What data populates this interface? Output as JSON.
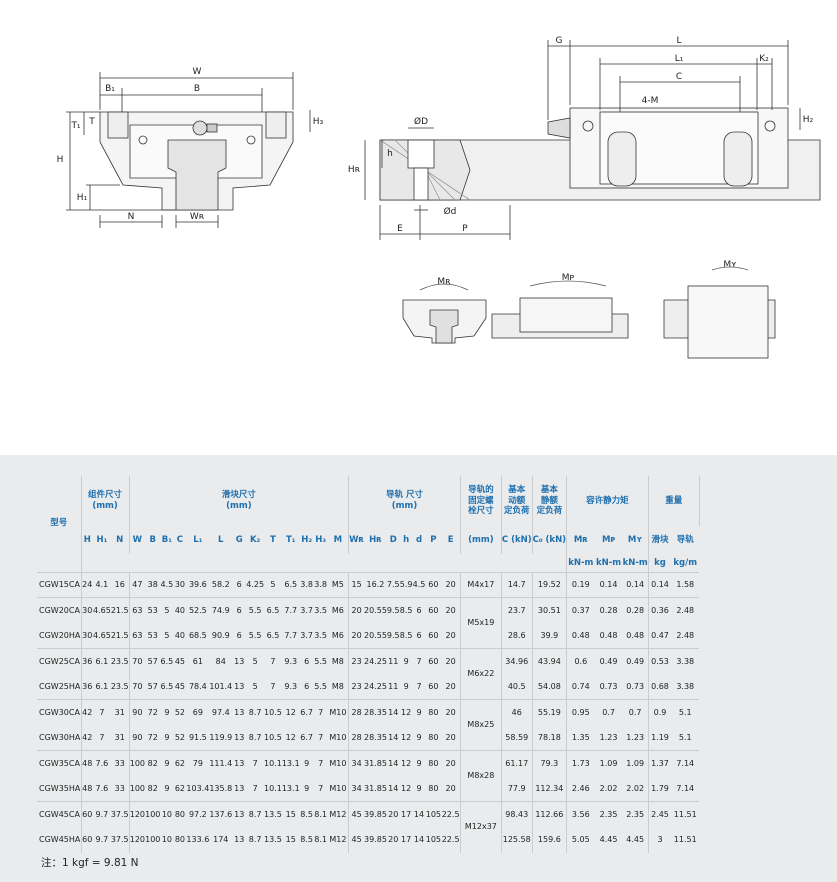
{
  "drawing_labels": {
    "front": {
      "W": "W",
      "B1": "B₁",
      "B": "B",
      "T1": "T₁",
      "T": "T",
      "H": "H",
      "H1": "H₁",
      "N": "N",
      "WR": "Wʀ",
      "H3": "H₃"
    },
    "side": {
      "G": "G",
      "L": "L",
      "L1": "L₁",
      "C": "C",
      "K2": "K₂",
      "M4": "4-M",
      "H2": "H₂"
    },
    "section": {
      "D": "ØD",
      "h": "h",
      "HR": "Hʀ",
      "d": "Ød",
      "E": "E",
      "P": "P"
    },
    "moments": {
      "MR": "Mʀ",
      "MP": "Mᴘ",
      "MY": "Mʏ"
    }
  },
  "table": {
    "model_header": "型号",
    "groups": {
      "assembly": "组件尺寸\n(mm)",
      "block": "滑块尺寸\n(mm)",
      "rail": "导轨 尺寸\n(mm)",
      "bolt": "导轨的\n固定螺\n栓尺寸",
      "dyn": "基本\n动额\n定负荷",
      "stat": "基本\n静额\n定负荷",
      "moment": "容许静力矩",
      "weight": "重量"
    },
    "sub_headers": [
      "H",
      "H₁",
      "N",
      "W",
      "B",
      "B₁",
      "C",
      "L₁",
      "L",
      "G",
      "K₂",
      "T",
      "T₁",
      "H₂",
      "H₃",
      "M",
      "Wʀ",
      "Hʀ",
      "D",
      "h",
      "d",
      "P",
      "E",
      "(mm)",
      "C (kN)",
      "C₀ (kN)",
      "Mʀ",
      "Mᴘ",
      "Mʏ",
      "滑块",
      "导轨"
    ],
    "unit_headers": [
      "kN-m",
      "kN-m",
      "kN-m",
      "kg",
      "kg/m"
    ],
    "rows": [
      [
        "CGW15CA",
        "24",
        "4.1",
        "16",
        "47",
        "38",
        "4.5",
        "30",
        "39.6",
        "58.2",
        "6",
        "4.25",
        "5",
        "6.5",
        "3.8",
        "3.8",
        "M5",
        "15",
        "16.2",
        "7.5",
        "5.9",
        "4.5",
        "60",
        "20",
        "M4x17",
        "14.7",
        "19.52",
        "0.19",
        "0.14",
        "0.14",
        "0.14",
        "1.58"
      ],
      [
        "CGW20CA",
        "30",
        "4.65",
        "21.5",
        "63",
        "53",
        "5",
        "40",
        "52.5",
        "74.9",
        "6",
        "5.5",
        "6.5",
        "7.7",
        "3.7",
        "3.5",
        "M6",
        "20",
        "20.55",
        "9.5",
        "8.5",
        "6",
        "60",
        "20",
        "",
        "23.7",
        "30.51",
        "0.37",
        "0.28",
        "0.28",
        "0.36",
        "2.48"
      ],
      [
        "CGW20HA",
        "30",
        "4.65",
        "21.5",
        "63",
        "53",
        "5",
        "40",
        "68.5",
        "90.9",
        "6",
        "5.5",
        "6.5",
        "7.7",
        "3.7",
        "3.5",
        "M6",
        "20",
        "20.55",
        "9.5",
        "8.5",
        "6",
        "60",
        "20",
        "",
        "28.6",
        "39.9",
        "0.48",
        "0.48",
        "0.48",
        "0.47",
        "2.48"
      ],
      [
        "CGW25CA",
        "36",
        "6.1",
        "23.5",
        "70",
        "57",
        "6.5",
        "45",
        "61",
        "84",
        "13",
        "5",
        "7",
        "9.3",
        "6",
        "5.5",
        "M8",
        "23",
        "24.25",
        "11",
        "9",
        "7",
        "60",
        "20",
        "",
        "34.96",
        "43.94",
        "0.6",
        "0.49",
        "0.49",
        "0.53",
        "3.38"
      ],
      [
        "CGW25HA",
        "36",
        "6.1",
        "23.5",
        "70",
        "57",
        "6.5",
        "45",
        "78.4",
        "101.4",
        "13",
        "5",
        "7",
        "9.3",
        "6",
        "5.5",
        "M8",
        "23",
        "24.25",
        "11",
        "9",
        "7",
        "60",
        "20",
        "",
        "40.5",
        "54.08",
        "0.74",
        "0.73",
        "0.73",
        "0.68",
        "3.38"
      ],
      [
        "CGW30CA",
        "42",
        "7",
        "31",
        "90",
        "72",
        "9",
        "52",
        "69",
        "97.4",
        "13",
        "8.7",
        "10.5",
        "12",
        "6.7",
        "7",
        "M10",
        "28",
        "28.35",
        "14",
        "12",
        "9",
        "80",
        "20",
        "",
        "46",
        "55.19",
        "0.95",
        "0.7",
        "0.7",
        "0.9",
        "5.1"
      ],
      [
        "CGW30HA",
        "42",
        "7",
        "31",
        "90",
        "72",
        "9",
        "52",
        "91.5",
        "119.9",
        "13",
        "8.7",
        "10.5",
        "12",
        "6.7",
        "7",
        "M10",
        "28",
        "28.35",
        "14",
        "12",
        "9",
        "80",
        "20",
        "",
        "58.59",
        "78.18",
        "1.35",
        "1.23",
        "1.23",
        "1.19",
        "5.1"
      ],
      [
        "CGW35CA",
        "48",
        "7.6",
        "33",
        "100",
        "82",
        "9",
        "62",
        "79",
        "111.4",
        "13",
        "7",
        "10.1",
        "13.1",
        "9",
        "7",
        "M10",
        "34",
        "31.85",
        "14",
        "12",
        "9",
        "80",
        "20",
        "",
        "61.17",
        "79.3",
        "1.73",
        "1.09",
        "1.09",
        "1.37",
        "7.14"
      ],
      [
        "CGW35HA",
        "48",
        "7.6",
        "33",
        "100",
        "82",
        "9",
        "62",
        "103.4",
        "135.8",
        "13",
        "7",
        "10.1",
        "13.1",
        "9",
        "7",
        "M10",
        "34",
        "31.85",
        "14",
        "12",
        "9",
        "80",
        "20",
        "",
        "77.9",
        "112.34",
        "2.46",
        "2.02",
        "2.02",
        "1.79",
        "7.14"
      ],
      [
        "CGW45CA",
        "60",
        "9.7",
        "37.5",
        "120",
        "100",
        "10",
        "80",
        "97.2",
        "137.6",
        "13",
        "8.7",
        "13.5",
        "15",
        "8.5",
        "8.1",
        "M12",
        "45",
        "39.85",
        "20",
        "17",
        "14",
        "105",
        "22.5",
        "",
        "98.43",
        "112.66",
        "3.56",
        "2.35",
        "2.35",
        "2.45",
        "11.51"
      ],
      [
        "CGW45HA",
        "60",
        "9.7",
        "37.5",
        "120",
        "100",
        "10",
        "80",
        "133.6",
        "174",
        "13",
        "8.7",
        "13.5",
        "15",
        "8.5",
        "8.1",
        "M12",
        "45",
        "39.85",
        "20",
        "17",
        "14",
        "105",
        "22.5",
        "",
        "125.58",
        "159.6",
        "5.05",
        "4.45",
        "4.45",
        "3",
        "11.51"
      ]
    ],
    "bolt_merged": [
      "M4x17",
      "M5x19",
      "M6x22",
      "M8x25",
      "M8x28",
      "M12x37"
    ]
  },
  "note": "注：1 kgf = 9.81 N"
}
